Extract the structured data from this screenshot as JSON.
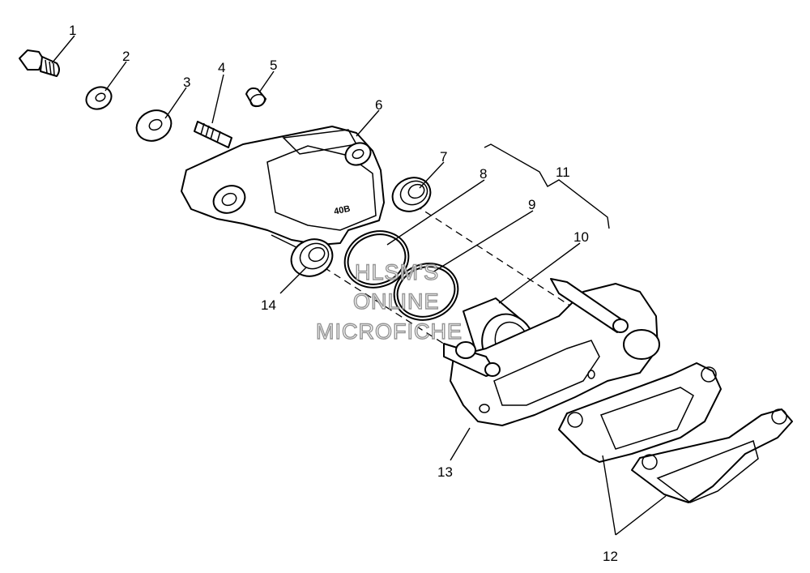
{
  "callouts": [
    {
      "id": "1",
      "label": "1"
    },
    {
      "id": "2",
      "label": "2"
    },
    {
      "id": "3",
      "label": "3"
    },
    {
      "id": "4",
      "label": "4"
    },
    {
      "id": "5",
      "label": "5"
    },
    {
      "id": "6",
      "label": "6"
    },
    {
      "id": "7",
      "label": "7"
    },
    {
      "id": "8",
      "label": "8"
    },
    {
      "id": "9",
      "label": "9"
    },
    {
      "id": "10",
      "label": "10"
    },
    {
      "id": "11",
      "label": "11"
    },
    {
      "id": "12",
      "label": "12"
    },
    {
      "id": "13",
      "label": "13"
    },
    {
      "id": "14",
      "label": "14"
    }
  ],
  "caliper_marking": "40B",
  "watermark": {
    "line1": "HLSM'S",
    "line2": "ONLINE",
    "line3": "MICROFICHE"
  }
}
